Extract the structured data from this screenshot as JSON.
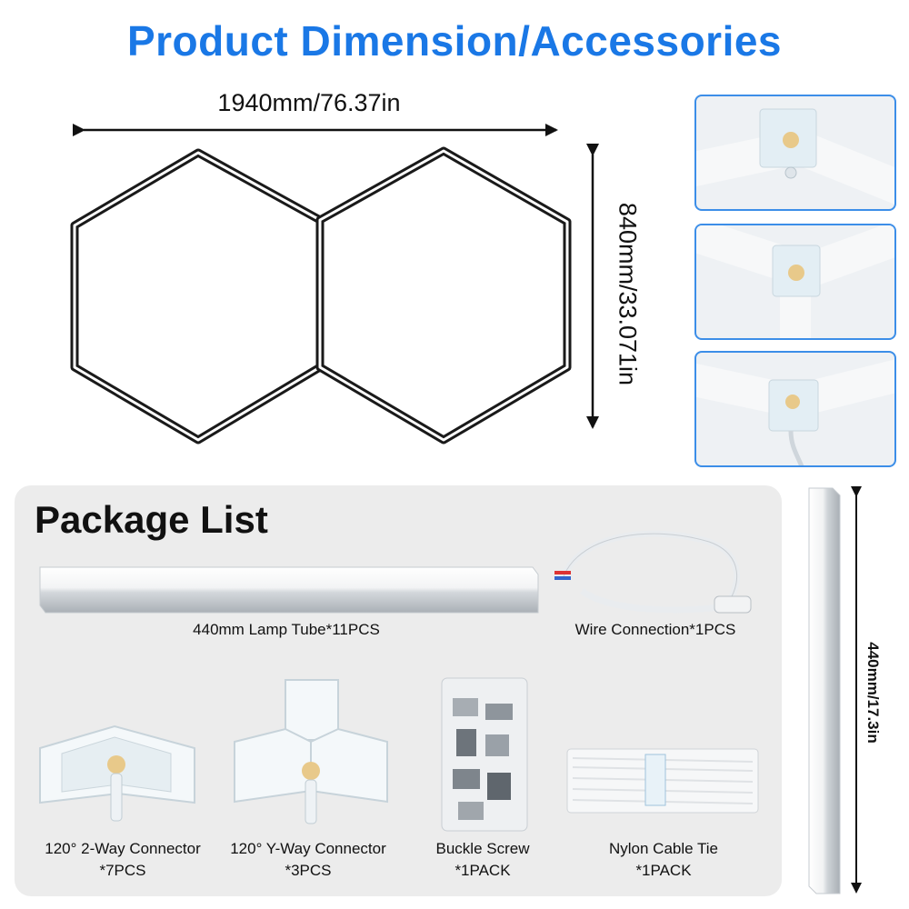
{
  "header": {
    "title": "Product Dimension/Accessories"
  },
  "dimensions": {
    "width_label": "1940mm/76.37in",
    "height_label": "840mm/33.071in"
  },
  "package": {
    "heading": "Package List",
    "items": [
      {
        "name": "440mm Lamp Tube*11PCS"
      },
      {
        "name": "Wire Connection*1PCS"
      },
      {
        "name": "120° 2-Way Connector",
        "qty": "*7PCS"
      },
      {
        "name": "120° Y-Way Connector",
        "qty": "*3PCS"
      },
      {
        "name": "Buckle Screw",
        "qty": "*1PACK"
      },
      {
        "name": "Nylon Cable Tie",
        "qty": "*1PACK"
      }
    ]
  },
  "tube_length_label": "440mm/17.3in",
  "colors": {
    "title": "#1a78e6",
    "thumb_border": "#3c8ee8",
    "panel": "#ececec"
  }
}
